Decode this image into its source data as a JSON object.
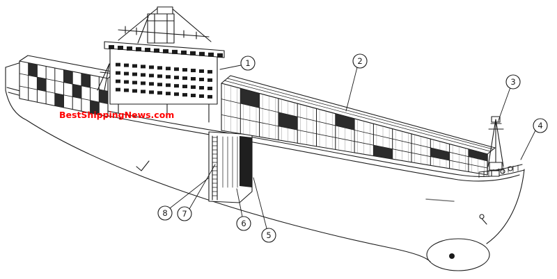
{
  "figure": {
    "watermark": {
      "text": "BestShippingNews.com",
      "color": "#ff0000"
    },
    "colors": {
      "line": "#1a1a1a",
      "background": "#ffffff",
      "shade": "#2b2b2b"
    },
    "callouts": [
      {
        "label": "1"
      },
      {
        "label": "2"
      },
      {
        "label": "3"
      },
      {
        "label": "4"
      },
      {
        "label": "5"
      },
      {
        "label": "6"
      },
      {
        "label": "7"
      },
      {
        "label": "8"
      }
    ]
  }
}
